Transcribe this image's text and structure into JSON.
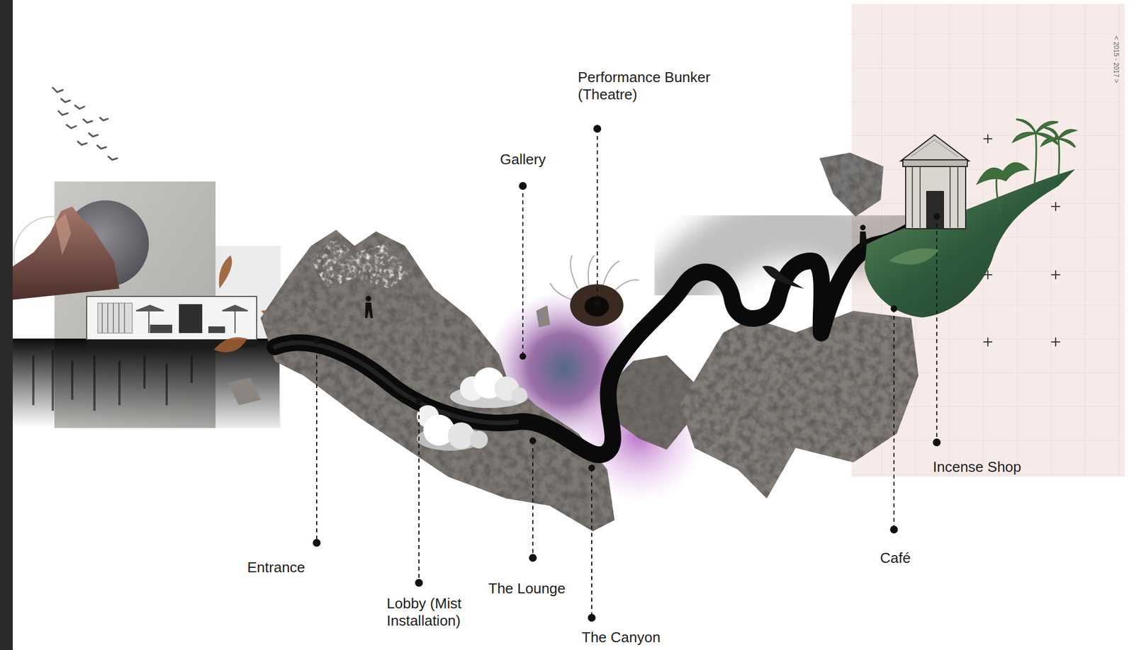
{
  "diagram": {
    "labels": [
      "< 2015 - 2017 >",
      "Performance Bunker (Theatre)",
      "Gallery",
      "Entrance",
      "Lobby (Mist Installation)",
      "The Lounge",
      "The Canyon",
      "Café",
      "Incense Shop"
    ]
  }
}
